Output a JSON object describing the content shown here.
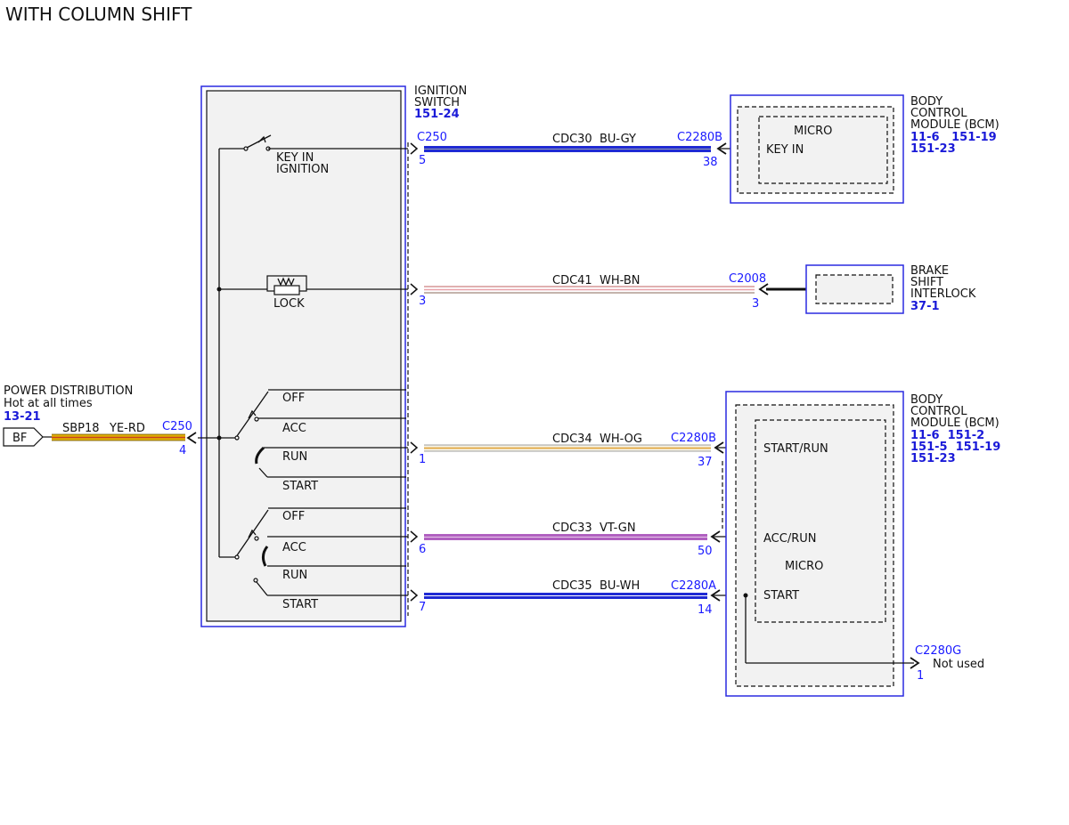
{
  "title": "WITH COLUMN SHIFT",
  "ignition_switch": {
    "name_line1": "IGNITION",
    "name_line2": "SWITCH",
    "ref": "151-24",
    "key_in_line1": "KEY IN",
    "key_in_line2": "IGNITION",
    "lock": "LOCK",
    "positions_a": [
      "OFF",
      "ACC",
      "RUN",
      "START"
    ],
    "positions_b": [
      "OFF",
      "ACC",
      "RUN",
      "START"
    ]
  },
  "power": {
    "line1": "POWER DISTRIBUTION",
    "line2": "Hot at all times",
    "ref": "13-21",
    "terminal": "BF",
    "circuit": "SBP18",
    "color": "YE-RD",
    "connector": "C250",
    "pin": "4"
  },
  "wires": [
    {
      "circuit": "CDC30",
      "color": "BU-GY",
      "from_connector": "C250",
      "from_pin": "5",
      "to_connector": "C2280B",
      "to_pin": "38"
    },
    {
      "circuit": "CDC41",
      "color": "WH-BN",
      "from_pin": "3",
      "to_connector": "C2008",
      "to_pin": "3"
    },
    {
      "circuit": "CDC34",
      "color": "WH-OG",
      "from_pin": "1",
      "to_connector": "C2280B",
      "to_pin": "37"
    },
    {
      "circuit": "CDC33",
      "color": "VT-GN",
      "from_pin": "6",
      "to_pin": "50"
    },
    {
      "circuit": "CDC35",
      "color": "BU-WH",
      "from_pin": "7",
      "to_connector": "C2280A",
      "to_pin": "14"
    }
  ],
  "bcm_top": {
    "lines": [
      "BODY",
      "CONTROL",
      "MODULE (BCM)"
    ],
    "refs_line1": "11-6   151-19",
    "refs_line2": "151-23",
    "micro": "MICRO",
    "input": "KEY IN"
  },
  "brake_interlock": {
    "lines": [
      "BRAKE",
      "SHIFT",
      "INTERLOCK"
    ],
    "ref": "37-1"
  },
  "bcm_bottom": {
    "lines": [
      "BODY",
      "CONTROL",
      "MODULE (BCM)"
    ],
    "refs_line1": "11-6  151-2",
    "refs_line2": "151-5  151-19",
    "refs_line3": "151-23",
    "inputs": [
      "START/RUN",
      "ACC/RUN",
      "START"
    ],
    "micro": "MICRO",
    "extra_connector": "C2280G",
    "extra_pin": "1",
    "extra_note": "Not used"
  },
  "colors": {
    "module_border": "#2a2ae0",
    "ref_text": "#1a1ad8",
    "connector_text": "#1a1aff",
    "box_fill": "#f2f2f2",
    "wire_blue": "#1f2ad4",
    "wire_yellow": "#e0b000",
    "wire_pink": "#e8b0b8",
    "wire_violet": "#b060c0"
  }
}
